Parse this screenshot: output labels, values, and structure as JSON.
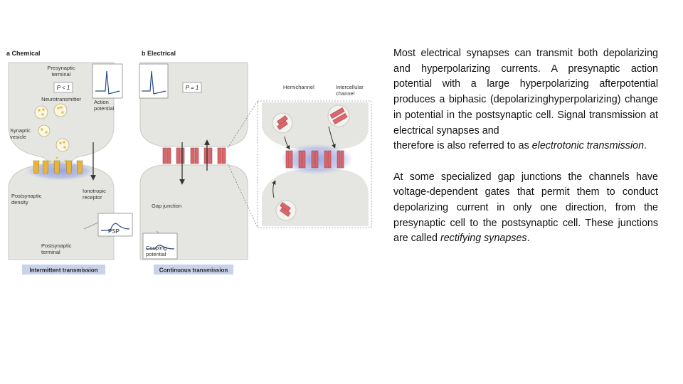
{
  "figure": {
    "panel_a": {
      "heading": "a Chemical",
      "labels": {
        "presynaptic_terminal": [
          "Presynaptic",
          "terminal"
        ],
        "p_lt_1": "P < 1",
        "neurotransmitter": "Neurotransmitter",
        "action_potential": [
          "Action",
          "potential"
        ],
        "synaptic_vesicle": [
          "Synaptic",
          "vesicle"
        ],
        "postsynaptic_density": [
          "Postsynaptic",
          "density"
        ],
        "ionotropic_receptor": [
          "Ionotropic",
          "receptor"
        ],
        "psp": "PSP",
        "postsynaptic_terminal": [
          "Postsynaptic",
          "terminal"
        ]
      },
      "caption": "Intermittent transmission"
    },
    "panel_b": {
      "heading": "b Electrical",
      "labels": {
        "p_eq_1": "P = 1",
        "hemichannel": "Hemichannel",
        "intercellular_channel": [
          "Intercellular",
          "channel"
        ],
        "gap_junction": "Gap junction",
        "coupling_potential": [
          "Coupling",
          "potential"
        ]
      },
      "caption": "Continuous transmission"
    },
    "colors": {
      "cell": "#e5e6e1",
      "cell_edge": "#c9cac4",
      "channel": "#d9666b",
      "channel_dark": "#a8444a",
      "glow": "#8a98d8",
      "receptor": "#e8b43c",
      "caption_bg": "#c8d2ea"
    }
  },
  "text": {
    "para1": {
      "line1": "Most electrical synapses can transmit both depolarizing and hyperpolarizing currents. A presynaptic action potential with a large hyperpolarizing afterpotential produces a biphasic (depolarizinghyperpolarizing) change in potential in the postsynaptic cell. Signal transmission at electrical synapses and",
      "line2_prefix": "therefore is also referred to as ",
      "line2_italic": "electrotonic transmission",
      "line2_suffix": "."
    },
    "para2": {
      "prefix": "At some specialized gap junctions the channels have voltage-dependent gates that permit them to conduct depolarizing current in only one direction, from the presynaptic cell to the postsynaptic cell. These junctions are called ",
      "italic": "rectifying synapses",
      "suffix": "."
    }
  }
}
